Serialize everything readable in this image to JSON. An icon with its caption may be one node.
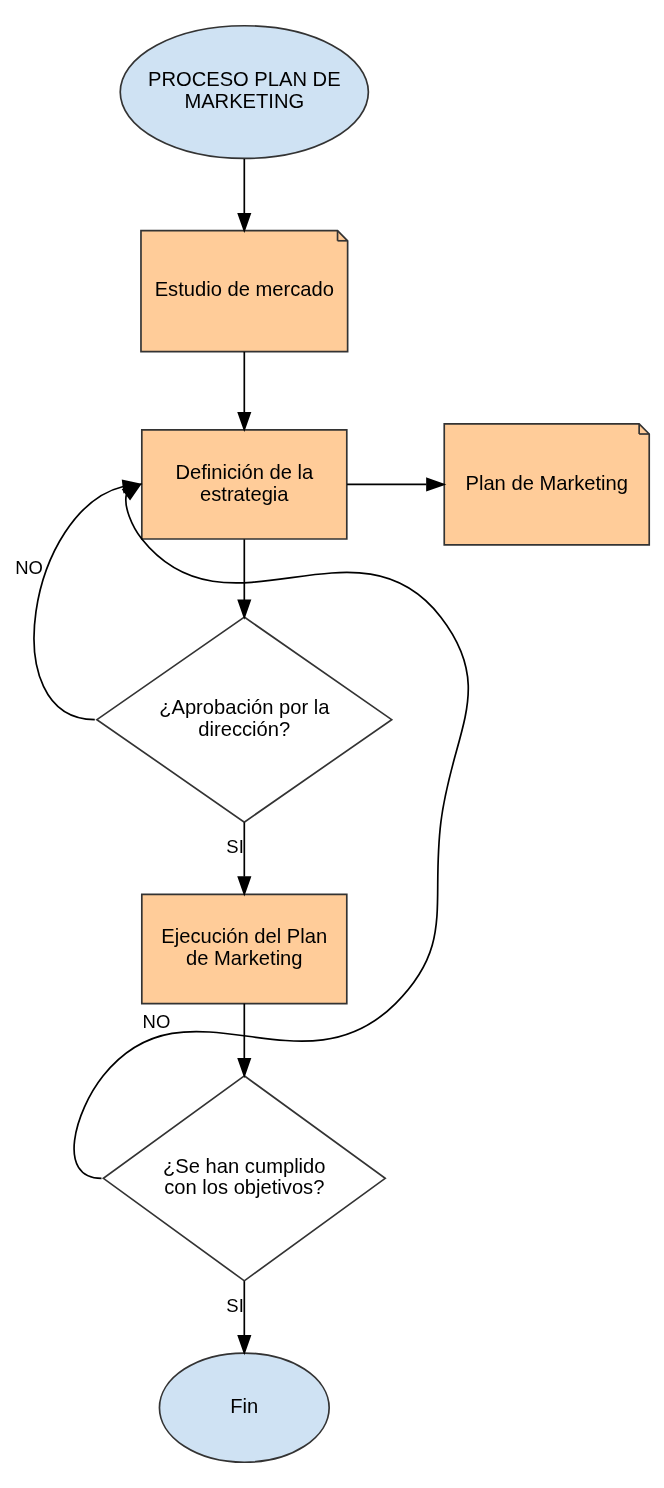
{
  "diagram": {
    "nodes": [
      {
        "text": [
          "PROCESO PLAN DE MARKETING"
        ]
      },
      {
        "text": [
          "Estudio de mercado"
        ]
      },
      {
        "text": [
          "Definición de la estrategia"
        ]
      },
      {
        "text": [
          "Plan de Marketing"
        ]
      },
      {
        "text": [
          "¿Aprobación por la dirección?"
        ]
      },
      {
        "text": [
          "Ejecución del Plan de Marketing"
        ]
      },
      {
        "text": [
          "¿Se han cumplido con los objetivos?"
        ]
      },
      {
        "text": [
          "Fin"
        ]
      }
    ],
    "edges": [
      {
        "from": 0,
        "to": 1,
        "arrow": "to"
      },
      {
        "from": 1,
        "to": 2,
        "arrow": "to"
      },
      {
        "from": 2,
        "to": 3,
        "arrow": "to"
      },
      {
        "from": 2,
        "to": 4,
        "arrow": "to"
      },
      {
        "from": 4,
        "to": 2,
        "arrow": "to",
        "label": "NO"
      },
      {
        "from": 4,
        "to": 5,
        "arrow": "to",
        "label": "SI"
      },
      {
        "from": 5,
        "to": 6,
        "arrow": "to"
      },
      {
        "from": 6,
        "to": 2,
        "arrow": "to",
        "label": "NO"
      },
      {
        "from": 6,
        "to": 7,
        "arrow": "to",
        "label": "SI"
      }
    ]
  }
}
